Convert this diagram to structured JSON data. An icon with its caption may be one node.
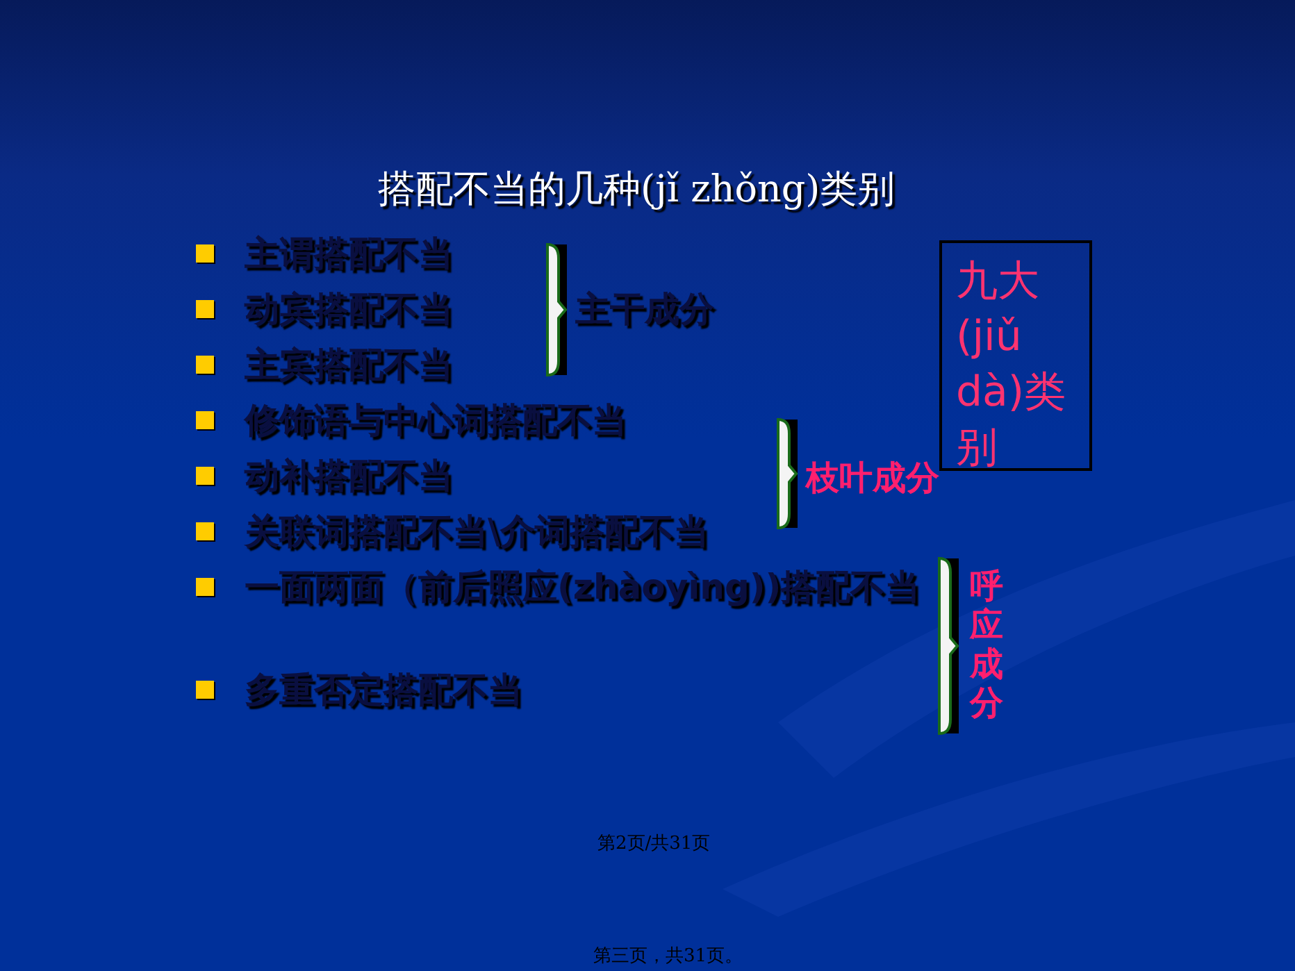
{
  "diagram": {
    "title": "搭配不当的几种(jǐ zhǒng)类别",
    "nodes": [
      {
        "text": [
          "九大(jiǔ dà)类别"
        ]
      }
    ],
    "labels": [
      "主谓搭配不当",
      "动宾搭配不当",
      "主宾搭配不当",
      "修饰语与中心词搭配不当",
      "动补搭配不当",
      "关联词搭配不当\\介词搭配不当",
      "一面两面（前后照应(zhàoyìng))搭配不当",
      "多重否定搭配不当",
      "主干成分",
      "枝叶成分",
      "呼应成分",
      "第2页/共31页",
      "第三页，共31页。"
    ]
  }
}
